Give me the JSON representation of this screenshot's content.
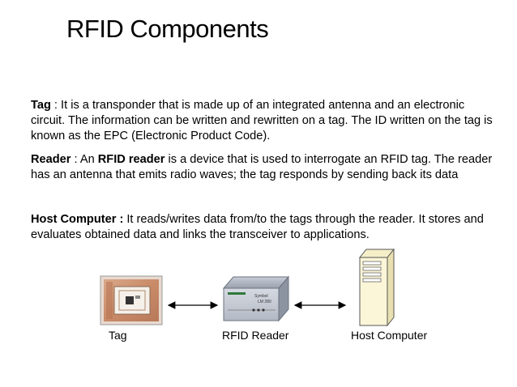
{
  "title": "RFID Components",
  "paragraphs": {
    "tag": {
      "term": "Tag",
      "text": " : It is a transponder that is made up of an integrated antenna and an electronic circuit. The information can be written and rewritten on a tag. The ID written on the tag is known as the EPC (Electronic Product Code)."
    },
    "reader": {
      "term": "Reader",
      "pre": " : An ",
      "term2": "RFID reader",
      "text": " is a device that is used to interrogate an RFID tag. The reader has an antenna that emits radio waves; the tag responds by sending back its data"
    },
    "host": {
      "term": "Host Computer :",
      "text": " It reads/writes data from/to the tags through the reader. It stores and evaluates obtained data and links the transceiver to applications."
    }
  },
  "diagram": {
    "captions": {
      "tag": "Tag",
      "reader": "RFID Reader",
      "host": "Host Computer"
    }
  }
}
